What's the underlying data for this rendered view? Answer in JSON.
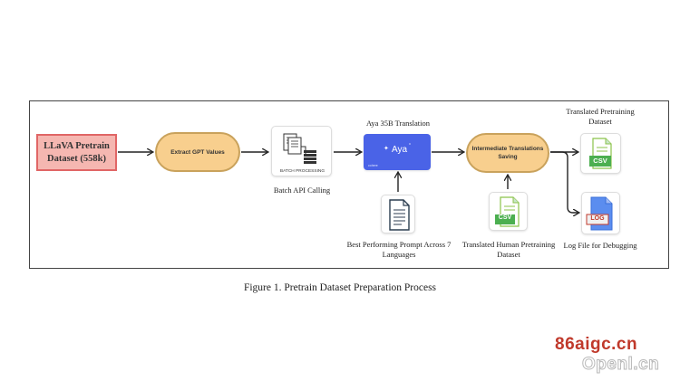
{
  "diagram": {
    "dataset_box": "LLaVA Pretrain Dataset (558k)",
    "extract_step": "Extract GPT Values",
    "batch_icon_label": "BATCH PROCESSING",
    "batch_caption": "Batch API Calling",
    "aya_title": "Aya 35B Translation",
    "aya_logo_text": "Aya",
    "aya_logo_small": "cohere",
    "prompt_caption": "Best Performing Prompt Across 7 Languages",
    "intermediate_step": "Intermediate Translations Saving",
    "translated_human_caption": "Translated Human Pretraining Dataset",
    "output_csv_title": "Translated Pretraining Dataset",
    "log_caption": "Log File for Debugging",
    "csv_badge": "CSV",
    "log_badge": "LOG"
  },
  "caption": "Figure 1. Pretrain Dataset Preparation Process",
  "watermark": {
    "line1": "86aigc.cn",
    "line2": "Openl.cn"
  },
  "colors": {
    "dataset_fill": "#f5b7b1",
    "dataset_border": "#e06666",
    "step_fill": "#f8cf8e",
    "aya_blue": "#4a63e7",
    "csv_green": "#4caf50",
    "log_blue": "#5b8def"
  }
}
